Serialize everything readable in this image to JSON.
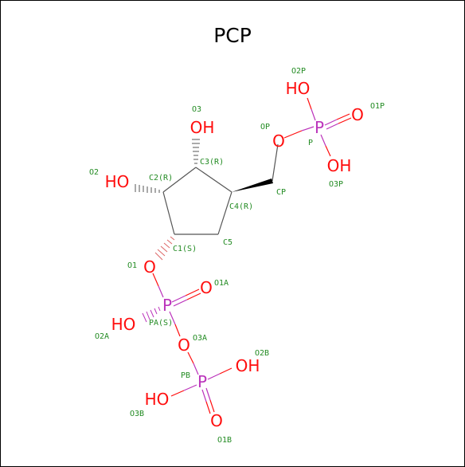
{
  "title": "PCP",
  "colors": {
    "carbon_bond": "#555555",
    "oxygen": "#ff0d0d",
    "phosphorus": "#bb33bb",
    "label": "#228b22",
    "text": "#000000"
  },
  "atoms": {
    "ho_o2p": "HO",
    "p": "P",
    "o_o1p": "O",
    "o_op": "O",
    "oh_o3p": "OH",
    "oh_o3": "OH",
    "ho_o2": "HO",
    "o_o1": "O",
    "pa": "P",
    "o_o1a": "O",
    "ho_o2a": "HO",
    "o_o3a": "O",
    "pb": "P",
    "oh_o2b": "OH",
    "ho_o3b": "HO",
    "o_o1b": "O"
  },
  "labels": {
    "o2p": "O2P",
    "o1p": "O1P",
    "op": "OP",
    "p": "P",
    "o3p": "O3P",
    "o3": "O3",
    "c3": "C3(R)",
    "o2": "O2",
    "c2": "C2(R)",
    "cp": "CP",
    "c4": "C4(R)",
    "c5": "C5",
    "c1": "C1(S)",
    "o1": "O1",
    "o1a": "O1A",
    "pa": "PA(S)",
    "o2a": "O2A",
    "o3a": "O3A",
    "o2b": "O2B",
    "pb": "PB",
    "o3b": "O3B",
    "o1b": "O1B"
  }
}
